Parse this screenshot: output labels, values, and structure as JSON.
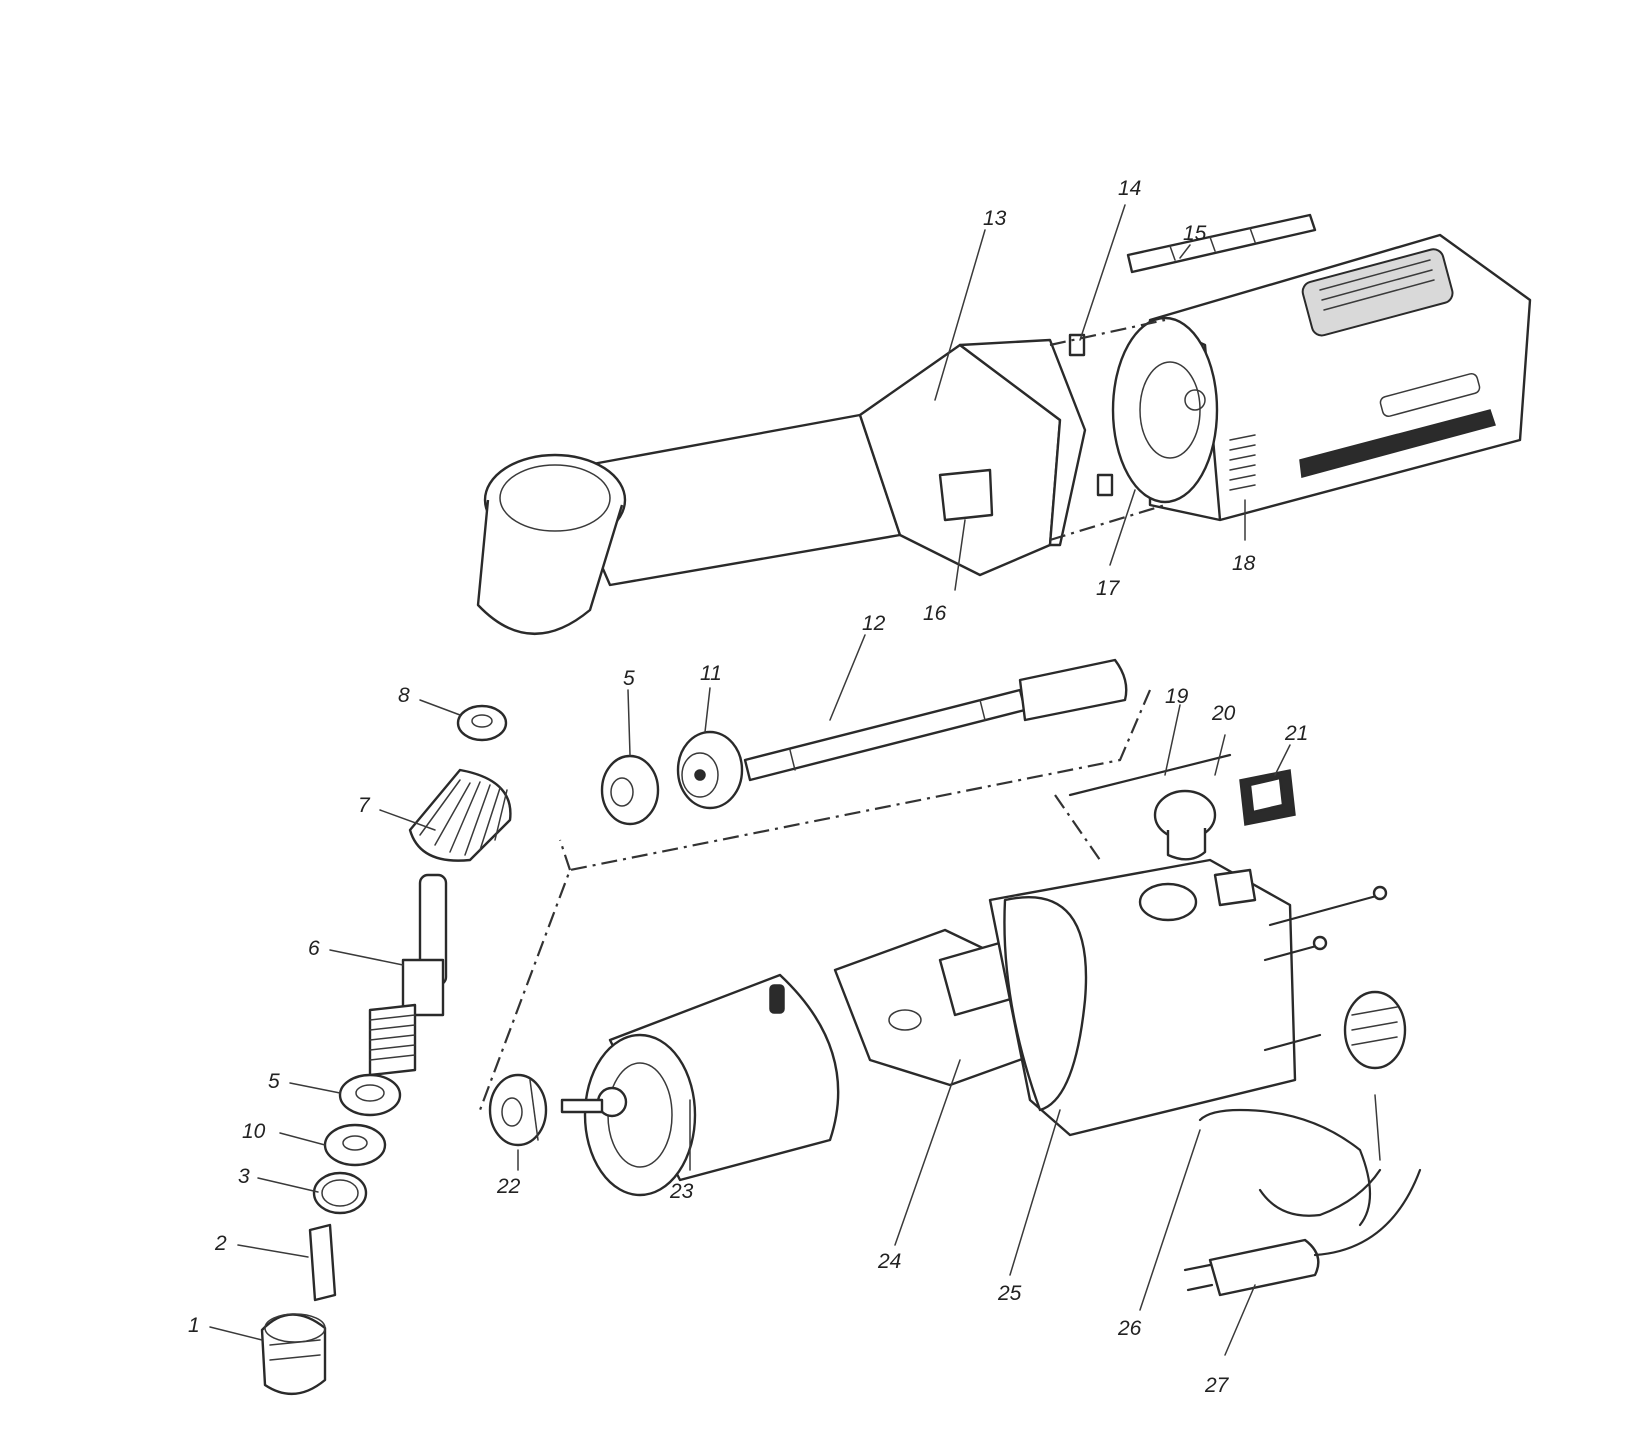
{
  "labels": {
    "p1": "1",
    "p2": "2",
    "p3": "3",
    "p5a": "5",
    "p5b": "5",
    "p6": "6",
    "p7": "7",
    "p8": "8",
    "p10": "10",
    "p11": "11",
    "p12": "12",
    "p13": "13",
    "p14": "14",
    "p15": "15",
    "p16": "16",
    "p17": "17",
    "p18": "18",
    "p19": "19",
    "p20": "20",
    "p21": "21",
    "p22": "22",
    "p23": "23",
    "p24": "24",
    "p25": "25",
    "p26": "26",
    "p27": "27"
  }
}
